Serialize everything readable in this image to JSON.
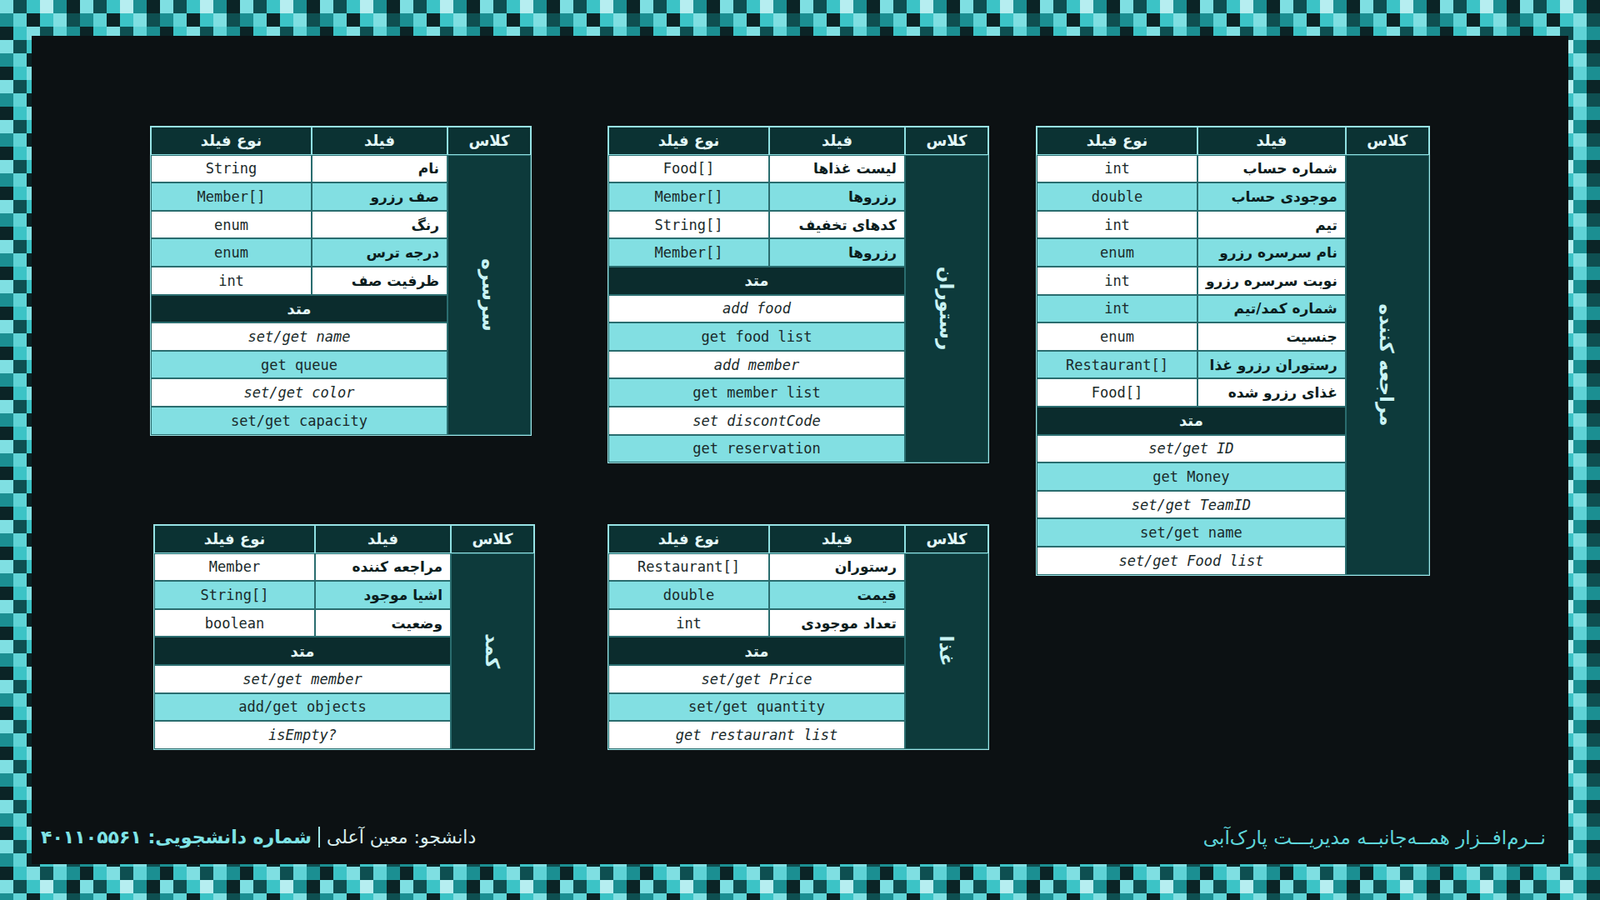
{
  "diagram": {
    "title": "نــرم‌افــزار همــه‌جانبــه مدیریـــت پارک‌آبی",
    "nodes": [
      {
        "text": [
          "کلاس",
          "فیلد",
          "نوع فیلد",
          "مراجعه کننده",
          "شماره حساب",
          "int",
          "موجودی حساب",
          "double",
          "تیم",
          "int",
          "نام سرسره رزرو",
          "enum",
          "نوبت سرسره رزرو",
          "int",
          "شماره کمد/تیم",
          "int",
          "جنسیت",
          "enum",
          "رستوران رزرو غذا",
          "Restaurant[]",
          "غذای رزرو شده",
          "Food[]",
          "متد",
          "set/get ID",
          "get Money",
          "set/get TeamID",
          "set/get name",
          "set/get Food list"
        ]
      },
      {
        "text": [
          "کلاس",
          "فیلد",
          "نوع فیلد",
          "رستوران",
          "لیست غذاها",
          "Food[]",
          "رزروها",
          "Member[]",
          "کدهای تخفیف",
          "String[]",
          "رزروها",
          "Member[]",
          "متد",
          "add food",
          "get food list",
          "add member",
          "get member list",
          "set discontCode",
          "get reservation"
        ]
      },
      {
        "text": [
          "کلاس",
          "فیلد",
          "نوع فیلد",
          "سرسره",
          "نام",
          "String",
          "صف رزرو",
          "Member[]",
          "رنگ",
          "enum",
          "درجه ترس",
          "enum",
          "ظرفیت صف",
          "int",
          "متد",
          "set/get name",
          "get queue",
          "set/get color",
          "set/get capacity"
        ]
      },
      {
        "text": [
          "کلاس",
          "فیلد",
          "نوع فیلد",
          "غذا",
          "رستوران",
          "Restaurant[]",
          "قیمت",
          "double",
          "تعداد موجودی",
          "int",
          "متد",
          "set/get Price",
          "set/get quantity",
          "get restaurant list"
        ]
      },
      {
        "text": [
          "کلاس",
          "فیلد",
          "نوع فیلد",
          "کمد",
          "مراجعه کننده",
          "Member",
          "اشیا موجود",
          "String[]",
          "وضعیت",
          "boolean",
          "متد",
          "set/get member",
          "add/get objects",
          "isEmpty?"
        ]
      }
    ],
    "labels": [
      "دانشجو: معین آعلی",
      "شماره دانشجویی: ۴۰۱۱۰۵۵۶۱"
    ]
  }
}
